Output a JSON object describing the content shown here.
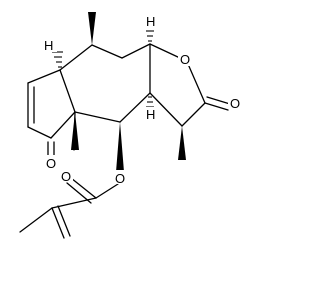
{
  "molecule": {
    "atom_labels": {
      "h1": "H",
      "h2": "H",
      "h3": "H",
      "o_ring": "O",
      "o_lactone_carbonyl": "O",
      "o_ketone": "O",
      "o_ester": "O",
      "o_ester_carbonyl": "O"
    }
  },
  "colors": {
    "bond": "#000000",
    "background": "#ffffff"
  }
}
